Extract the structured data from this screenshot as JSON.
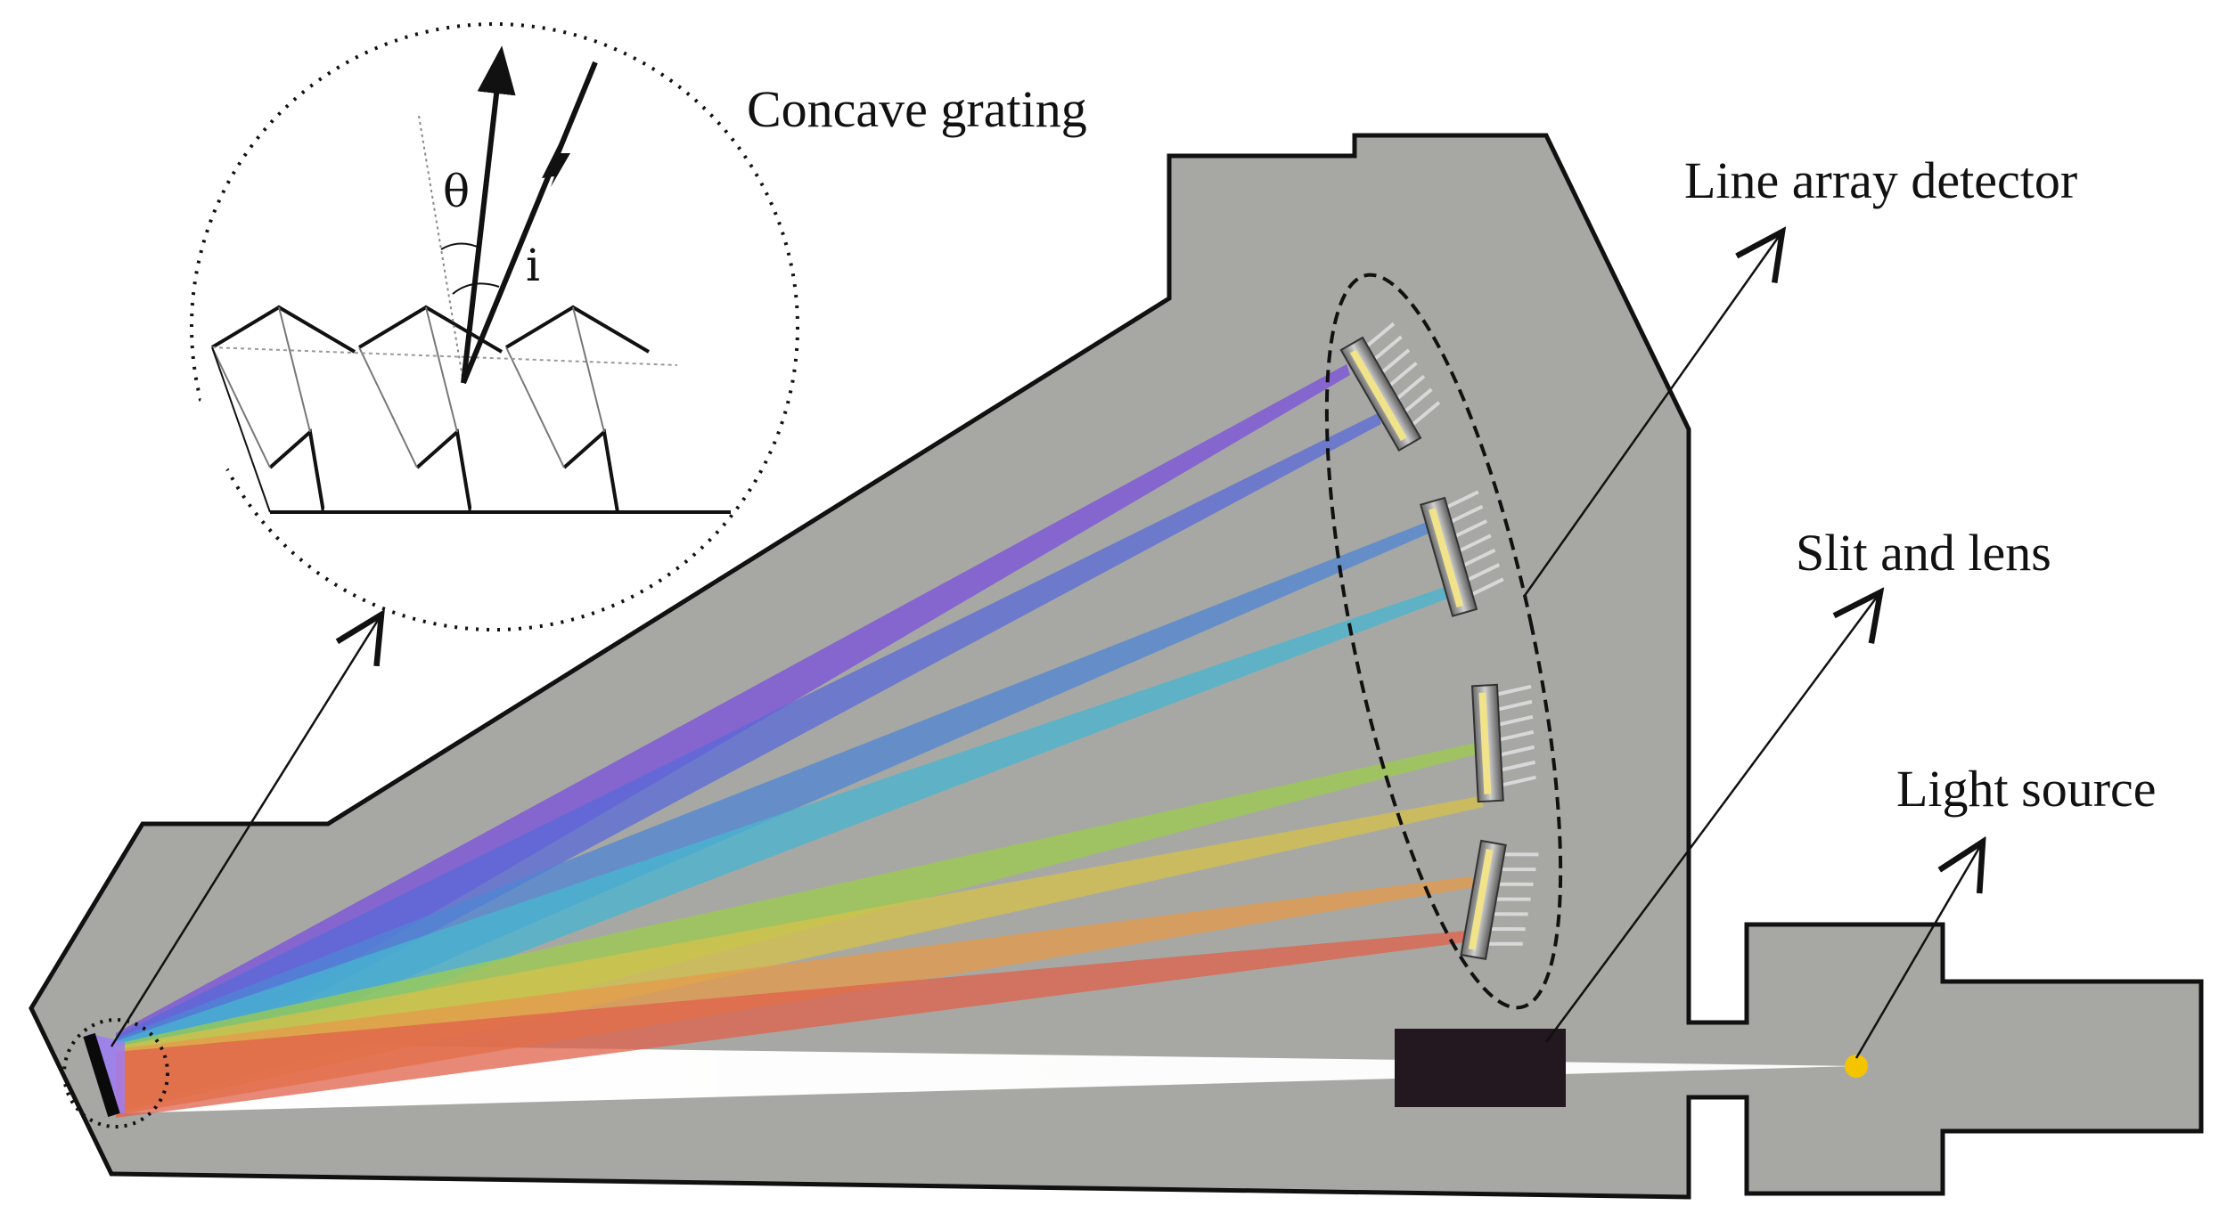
{
  "labels": {
    "concave_grating": "Concave grating",
    "line_array_detector": "Line array detector",
    "slit_and_lens": "Slit and lens",
    "light_source": "Light source",
    "theta": "θ",
    "incidence": "i"
  },
  "colors": {
    "housing": "#a7a8a4",
    "housing_outline": "#111111",
    "slit_block": "#231820",
    "light_source": "#f5c400",
    "grating_face": "#9b7cf5",
    "incoming_beam": "#ffffff",
    "spectrum": [
      "#7a4fdc",
      "#5a6ad8",
      "#4f86d4",
      "#47b6d0",
      "#9ccc4e",
      "#d6c24a",
      "#e59a4a",
      "#e0604a"
    ]
  },
  "detectors": {
    "count": 4
  },
  "inset": {
    "facets": 3
  }
}
